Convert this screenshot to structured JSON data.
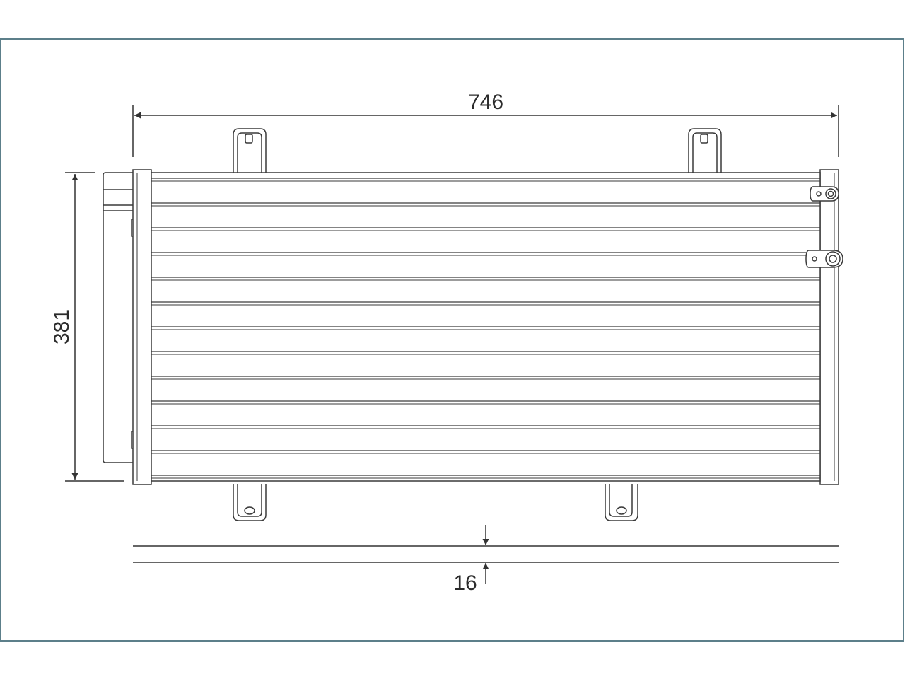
{
  "drawing": {
    "dimensions": {
      "width": "746",
      "height": "381",
      "thickness": "16"
    },
    "colors": {
      "frame": "#5c7f8a",
      "line": "#3a3a3a",
      "fill": "#ffffff"
    }
  }
}
